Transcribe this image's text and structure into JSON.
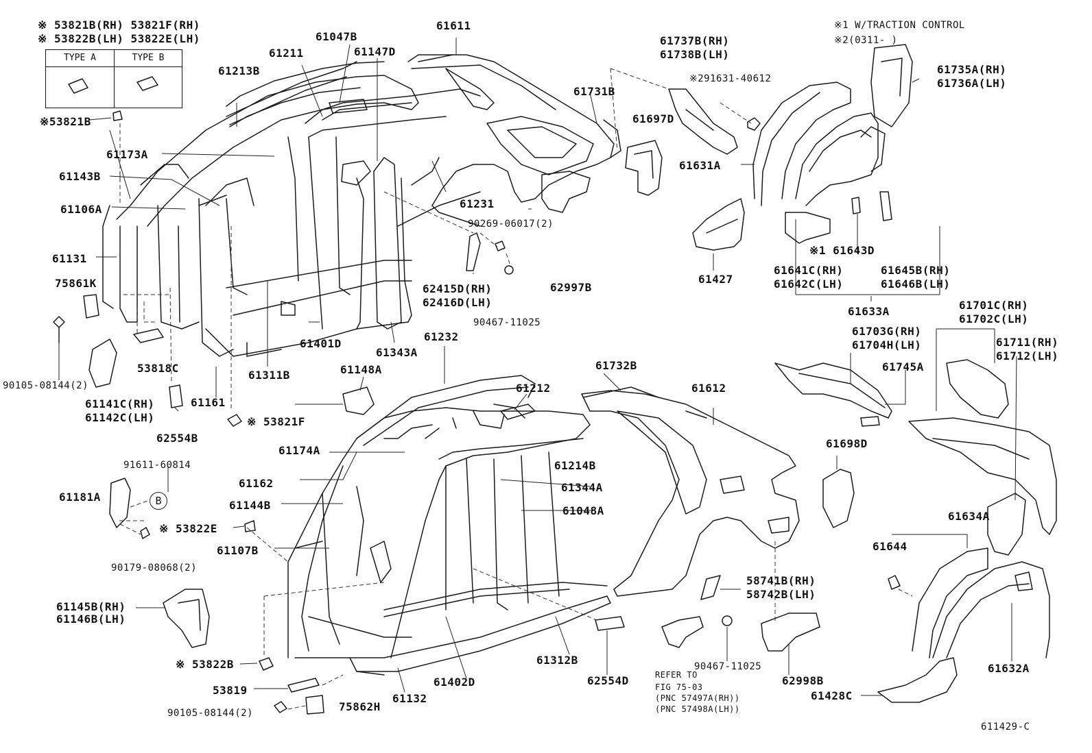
{
  "notes": {
    "n1_line1": "※ 53821B(RH) 53821F(RH)",
    "n1_line2": "※ 53822B(LH) 53822E(LH)",
    "type_a": "TYPE A",
    "type_b": "TYPE B",
    "traction_1": "※1 W/TRACTION CONTROL",
    "traction_2": "※2(0311-      )",
    "figure_id": "611429-C",
    "refer_1": "REFER TO",
    "refer_2": "FIG 75-03",
    "refer_3": "(PNC 57497A(RH))",
    "refer_4": "(PNC 57498A(LH))",
    "circle_b": "B"
  },
  "labels": {
    "p61611": "61611",
    "p61047B": "61047B",
    "p61147D": "61147D",
    "p61211": "61211",
    "p61213B": "61213B",
    "p53821B_a": "※53821B",
    "p61173A": "61173A",
    "p61143B": "61143B",
    "p61106A": "61106A",
    "p61131": "61131",
    "p75861K": "75861K",
    "p90105_a": "90105-08144(2)",
    "p61141C": "61141C(RH)",
    "p61142C": "61142C(LH)",
    "p62554B": "62554B",
    "p53818C": "53818C",
    "p61161": "61161",
    "p61311B": "61311B",
    "p61401D": "61401D",
    "p61343A": "61343A",
    "p61231": "61231",
    "p61731B": "61731B",
    "p61737B": "61737B(RH)",
    "p61738B": "61738B(LH)",
    "p291631": "※291631-40612",
    "p61697D": "61697D",
    "p61631A": "61631A",
    "p61735A": "61735A(RH)",
    "p61736A": "61736A(LH)",
    "p90269": "90269-06017(2)",
    "p62415D": "62415D(RH)",
    "p62416D": "62416D(LH)",
    "p90467_a": "90467-11025",
    "p62997B": "62997B",
    "p61427": "61427",
    "p61643D": "※1 61643D",
    "p61641C": "61641C(RH)",
    "p61642C": "61642C(LH)",
    "p61645B": "61645B(RH)",
    "p61646B": "61646B(LH)",
    "p61633A": "61633A",
    "p61701C": "61701C(RH)",
    "p61702C": "61702C(LH)",
    "p61703G": "61703G(RH)",
    "p61704H": "61704H(LH)",
    "p61711": "61711(RH)",
    "p61712": "61712(LH)",
    "p61745A": "61745A",
    "p61232": "61232",
    "p61148A": "61148A",
    "p61212": "61212",
    "p61732B": "61732B",
    "p61612": "61612",
    "p53821F": "※ 53821F",
    "p91611": "91611-60814",
    "p61181A": "61181A",
    "p61174A": "61174A",
    "p61214B": "61214B",
    "p61162": "61162",
    "p61344A": "61344A",
    "p61144B": "61144B",
    "p61048A": "61048A",
    "p53822E": "※ 53822E",
    "p61107B": "61107B",
    "p90179": "90179-08068(2)",
    "p61698D": "61698D",
    "p61634A": "61634A",
    "p61644": "61644",
    "p61145B": "61145B(RH)",
    "p61146B": "61146B(LH)",
    "p58741B": "58741B(RH)",
    "p58742B": "58742B(LH)",
    "p53822B": "※ 53822B",
    "p61312B": "61312B",
    "p61402D": "61402D",
    "p62554D": "62554D",
    "p90467_b": "90467-11025",
    "p62998B": "62998B",
    "p61632A": "61632A",
    "p53819": "53819",
    "p61132": "61132",
    "p75862H": "75862H",
    "p90105_b": "90105-08144(2)",
    "p61428C": "61428C"
  }
}
